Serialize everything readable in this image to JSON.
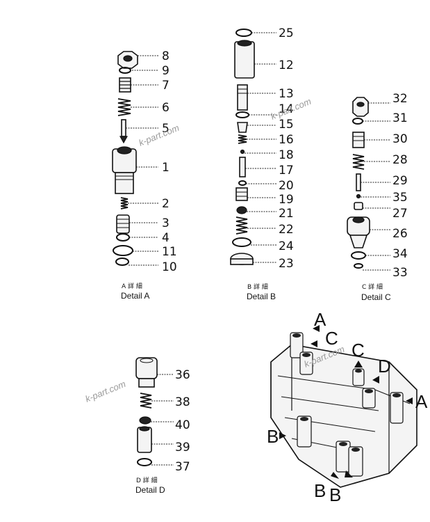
{
  "details": [
    {
      "key": "A",
      "jp": "A 詳 細",
      "en": "Detail A"
    },
    {
      "key": "B",
      "jp": "B 詳 細",
      "en": "Detail B"
    },
    {
      "key": "C",
      "jp": "C 詳 細",
      "en": "Detail C"
    },
    {
      "key": "D",
      "jp": "D 詳 細",
      "en": "Detail D"
    }
  ],
  "callouts": {
    "a": [
      "8",
      "9",
      "7",
      "6",
      "5",
      "1",
      "2",
      "3",
      "4",
      "11",
      "10"
    ],
    "b": [
      "25",
      "12",
      "13",
      "14",
      "15",
      "16",
      "18",
      "17",
      "20",
      "19",
      "21",
      "22",
      "24",
      "23"
    ],
    "c": [
      "32",
      "31",
      "30",
      "28",
      "29",
      "35",
      "27",
      "26",
      "34",
      "33"
    ],
    "d": [
      "36",
      "38",
      "40",
      "39",
      "37"
    ]
  },
  "assembly_labels": [
    "A",
    "C",
    "C",
    "D",
    "A",
    "B",
    "B",
    "B"
  ],
  "watermark": "k-part.com"
}
